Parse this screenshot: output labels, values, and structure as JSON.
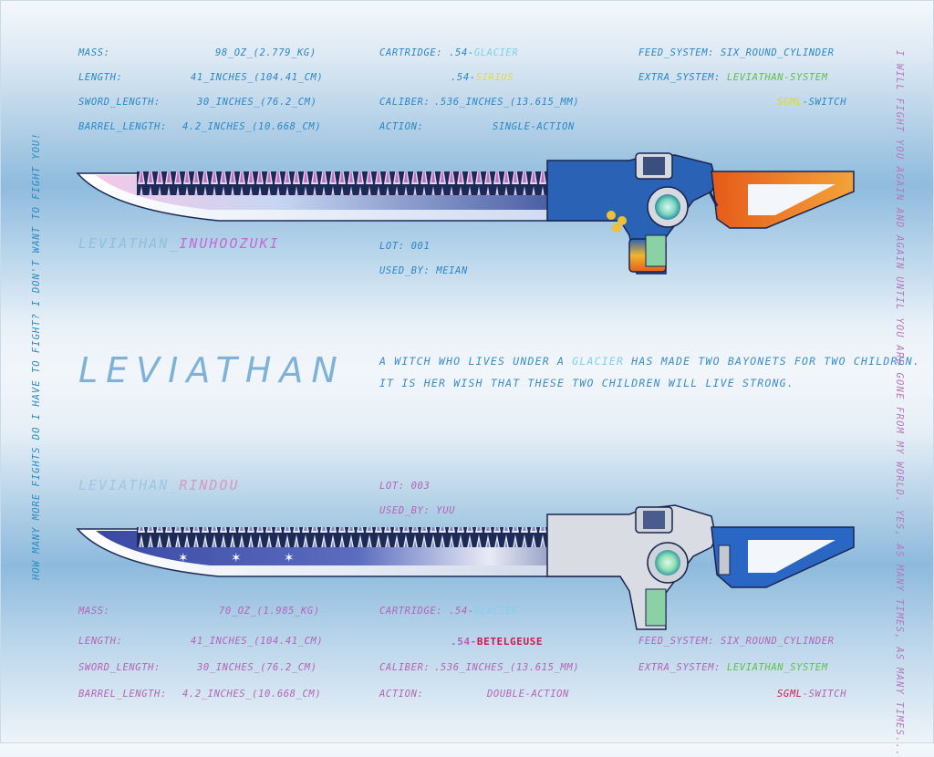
{
  "colors": {
    "blue_text": "#2a86c8",
    "pink_text": "#b463b8",
    "glacier": "#7fd0ef",
    "sirius": "#e4d84c",
    "betelgeuse": "#d0174e",
    "system_green": "#5fbf4a",
    "sgml_yellow": "#e8d32e",
    "sgml_red": "#d0174e"
  },
  "top_specs": {
    "mass_label": "Mass:",
    "mass_value": "98_oz_(2.779_kg)",
    "length_label": "Length:",
    "length_value": "41_inches_(104.41_cm)",
    "sword_length_label": "Sword_Length:",
    "sword_length_value": "30_inches_(76.2_cm)",
    "barrel_length_label": "Barrel_Length:",
    "barrel_length_value": "4.2_inches_(10.668_cm)",
    "cartridge_label": "Cartridge:",
    "cartridge_prefix_1": ".54-",
    "cartridge_value_1": "Glacier",
    "cartridge_prefix_2": ".54-",
    "cartridge_value_2": "Sirius",
    "caliber_label": "Caliber:",
    "caliber_value": ".536_inches_(13.615_mm)",
    "action_label": "Action:",
    "action_value": "Single-Action",
    "feed_system": "Feed_System: Six_Round_Cylinder",
    "extra_system_label": "Extra_System:",
    "extra_system_value": "Leviathan-System",
    "sgml_prefix": "SGML",
    "sgml_suffix": "-Switch"
  },
  "weapon_1": {
    "name_prefix": "Leviathan_",
    "name_suffix": "Inuhoozuki",
    "lot": "Lot: 001",
    "used_by": "Used_By: Meian"
  },
  "main_title": "Leviathan",
  "description": {
    "line1_a": "A witch who lives under a ",
    "line1_glacier": "Glacier",
    "line1_b": " has made two bayonets for two children.",
    "line2": "It is her wish that these two children will live strong."
  },
  "weapon_2": {
    "name_prefix": "Leviathan_",
    "name_suffix": "Rindou",
    "lot": "Lot: 003",
    "used_by": "Used_By: Yuu"
  },
  "bottom_specs": {
    "mass_label": "Mass:",
    "mass_value": "70_oz_(1.985_kg)",
    "length_label": "Length:",
    "length_value": "41_inches_(104.41_cm)",
    "sword_length_label": "Sword_Length:",
    "sword_length_value": "30_inches_(76.2_cm)",
    "barrel_length_label": "Barrel_Length:",
    "barrel_length_value": "4.2_inches_(10.668_cm)",
    "cartridge_label": "Cartridge:",
    "cartridge_prefix_1": ".54-",
    "cartridge_value_1": "Glacier",
    "cartridge_prefix_2": ".54-",
    "cartridge_value_2": "Betelgeuse",
    "caliber_label": "Caliber:",
    "caliber_value": ".536_inches_(13.615_mm)",
    "action_label": "Action:",
    "action_value": "Double-Action",
    "feed_system": "Feed_System: Six_Round_Cylinder",
    "extra_system_label": "Extra_System:",
    "extra_system_value": "Leviathan_System",
    "sgml_prefix": "SGML",
    "sgml_suffix": "-Switch"
  },
  "side_text_left": "How many more fights do I have to fight? I don't want to fight you!",
  "side_text_right": "I will fight you again and again until you are gone from my world. Yes, as many times, as many times..."
}
